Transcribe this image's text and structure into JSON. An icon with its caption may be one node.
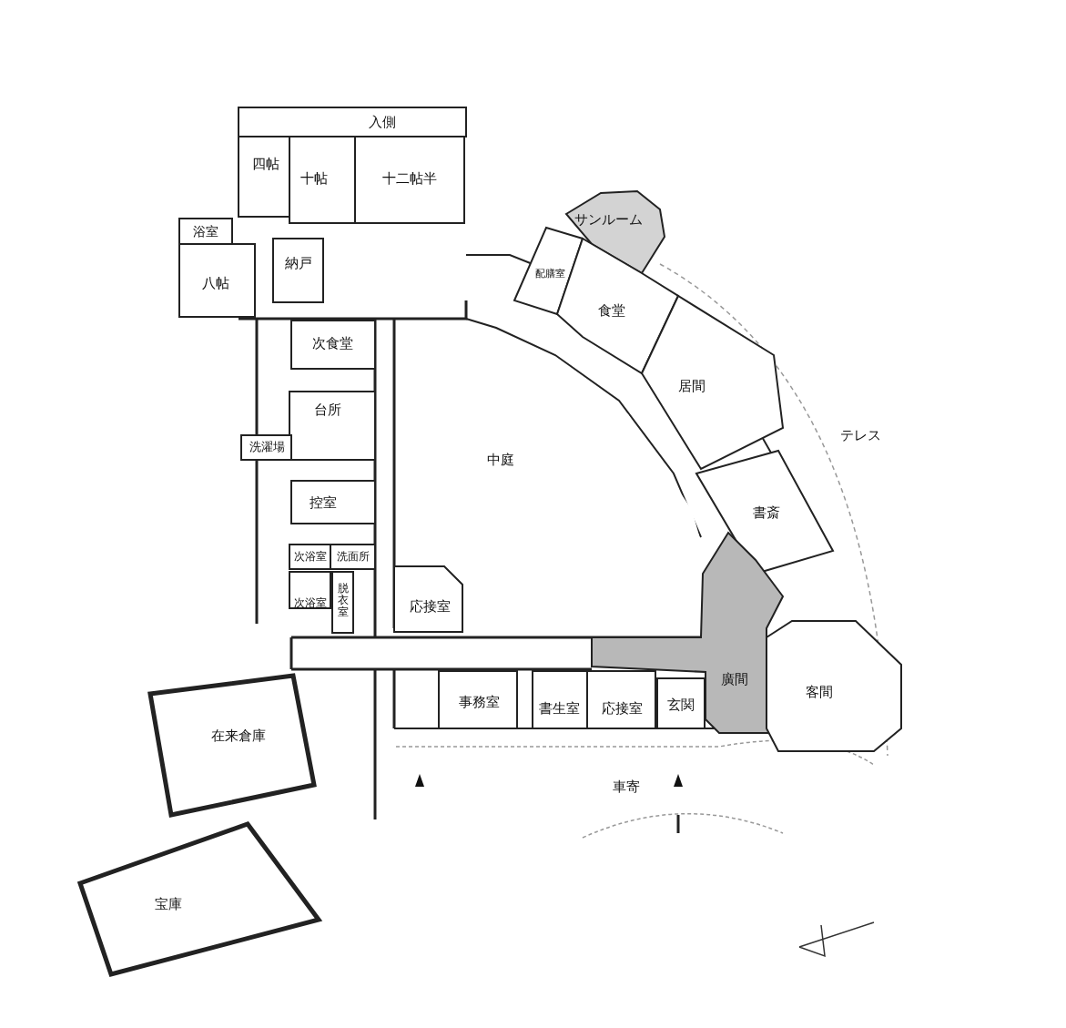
{
  "diagram": {
    "nodes": [
      {
        "text": [
          "入側"
        ]
      },
      {
        "text": [
          "四帖"
        ]
      },
      {
        "text": [
          "十帖"
        ]
      },
      {
        "text": [
          "十二帖半"
        ]
      },
      {
        "text": [
          "浴室"
        ]
      },
      {
        "text": [
          "八帖"
        ]
      },
      {
        "text": [
          "納戸"
        ]
      },
      {
        "text": [
          "サンルーム"
        ]
      },
      {
        "text": [
          "配膳室"
        ]
      },
      {
        "text": [
          "食堂"
        ]
      },
      {
        "text": [
          "次食堂"
        ]
      },
      {
        "text": [
          "居間"
        ]
      },
      {
        "text": [
          "台所"
        ]
      },
      {
        "text": [
          "洗濯場"
        ]
      },
      {
        "text": [
          "中庭"
        ]
      },
      {
        "text": [
          "書斎"
        ]
      },
      {
        "text": [
          "控室"
        ]
      },
      {
        "text": [
          "次浴室"
        ]
      },
      {
        "text": [
          "洗面所"
        ]
      },
      {
        "text": [
          "次浴室"
        ]
      },
      {
        "text": [
          "脱衣室"
        ]
      },
      {
        "text": [
          "応接室"
        ]
      },
      {
        "text": [
          "廣間"
        ]
      },
      {
        "text": [
          "客間"
        ]
      },
      {
        "text": [
          "在来倉庫"
        ]
      },
      {
        "text": [
          "事務室"
        ]
      },
      {
        "text": [
          "書生室"
        ]
      },
      {
        "text": [
          "応接室"
        ]
      },
      {
        "text": [
          "玄関"
        ]
      },
      {
        "text": [
          "宝庫"
        ]
      }
    ],
    "labels": [
      "テレス",
      "車寄"
    ]
  }
}
